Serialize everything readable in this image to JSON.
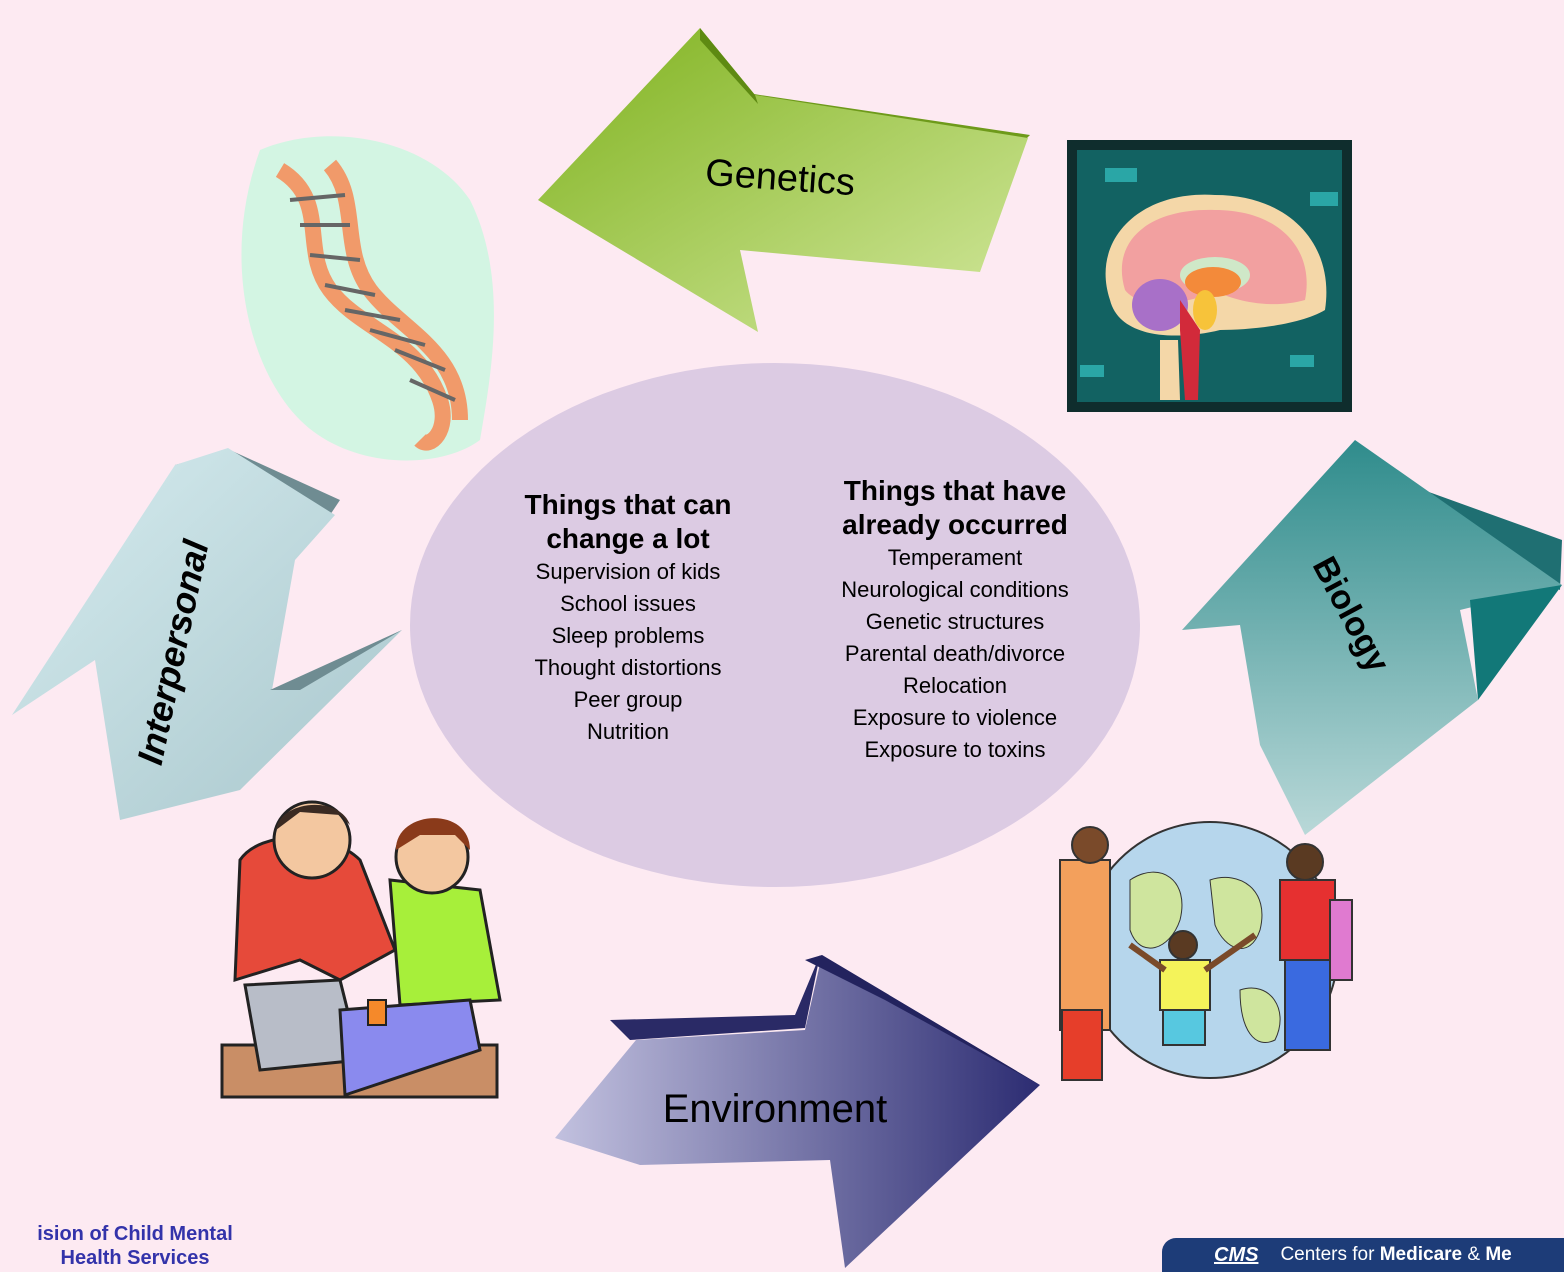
{
  "cycle": {
    "genetics_label": "Genetics",
    "biology_label": "Biology",
    "environment_label": "Environment",
    "interpersonal_label": "Interpersonal"
  },
  "center": {
    "left_heading_line1": "Things that can",
    "left_heading_line2": "change a lot",
    "left_items": [
      "Supervision of kids",
      "School issues",
      "Sleep problems",
      "Thought distortions",
      "Peer group",
      "Nutrition"
    ],
    "right_heading_line1": "Things that have",
    "right_heading_line2": "already occurred",
    "right_items": [
      "Temperament",
      "Neurological conditions",
      "Genetic structures",
      "Parental death/divorce",
      "Relocation",
      "Exposure to violence",
      "Exposure to toxins"
    ]
  },
  "footer": {
    "division_line1": "ision of Child Mental",
    "division_line2": "Health Services",
    "cms_logo": "CMS",
    "cms_text_prefix": "Centers for ",
    "cms_text_bold1": "Medicare",
    "cms_text_amp": " & ",
    "cms_text_bold2": "Me"
  },
  "colors": {
    "background": "#fdeaf2",
    "ellipse": "#dccbe3",
    "genetics_arrow": "#8fbe30",
    "biology_arrow": "#2e8a8a",
    "environment_arrow": "#3a3a7e",
    "interpersonal_arrow": "#8aa5ab",
    "footer_text": "#3333aa",
    "cms_bar": "#1d3c78"
  },
  "icons": [
    "dna-icon",
    "brain-icon",
    "globe-people-icon",
    "father-son-icon"
  ]
}
